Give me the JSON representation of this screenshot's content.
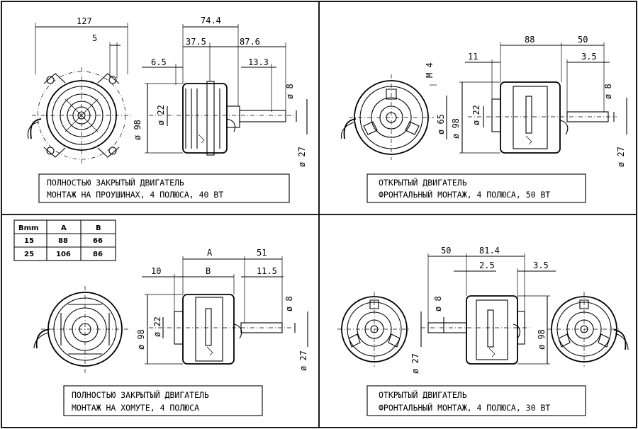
{
  "panels": {
    "top_left": {
      "caption": [
        "ПОЛНОСТЬЮ ЗАКРЫТЫЙ ДВИГАТЕЛЬ",
        "МОНТАЖ НА ПРОУШИНАХ, 4 ПОЛЮСА, 40 ВТ"
      ],
      "dims": {
        "d127": "127",
        "d5": "5",
        "d74": "74.4",
        "d375": "37.5",
        "d876": "87.6",
        "d65": "6.5",
        "d133": "13.3",
        "d98": "ø 98",
        "d22": "ø 22",
        "d8": "ø 8",
        "d27": "ø 27"
      }
    },
    "top_right": {
      "caption": [
        "ОТКРЫТЫЙ ДВИГАТЕЛЬ",
        "ФРОНТАЛЬНЫЙ МОНТАЖ, 4 ПОЛЮСА, 50 ВТ"
      ],
      "dims": {
        "d88": "88",
        "d50": "50",
        "d11": "11",
        "d35": "3.5",
        "m4": "M 4",
        "d65": "ø 65",
        "d98": "ø 98",
        "d22": "ø 22",
        "d8": "ø 8",
        "d27": "ø 27"
      }
    },
    "bottom_left": {
      "caption": [
        "ПОЛНОСТЬЮ ЗАКРЫТЫЙ ДВИГАТЕЛЬ",
        "МОНТАЖ НА ХОМУТЕ, 4 ПОЛЮСА"
      ],
      "table": {
        "headers": [
          "Bmm",
          "A",
          "B"
        ],
        "rows": [
          [
            "15",
            "88",
            "66"
          ],
          [
            "25",
            "106",
            "86"
          ]
        ]
      },
      "dims": {
        "dA": "A",
        "dB": "B",
        "d10": "10",
        "d51": "51",
        "d115": "11.5",
        "d98": "ø 98",
        "d22": "ø 22",
        "d8": "ø 8",
        "d27": "ø 27"
      }
    },
    "bottom_right": {
      "caption": [
        "ОТКРЫТЫЙ ДВИГАТЕЛЬ",
        "ФРОНТАЛЬНЫЙ МОНТАЖ, 4 ПОЛЮСА, 30 ВТ"
      ],
      "dims": {
        "d50": "50",
        "d814": "81.4",
        "d25": "2.5",
        "d35": "3.5",
        "d8": "ø 8",
        "d98": "ø 98",
        "d27": "ø 27"
      }
    }
  }
}
